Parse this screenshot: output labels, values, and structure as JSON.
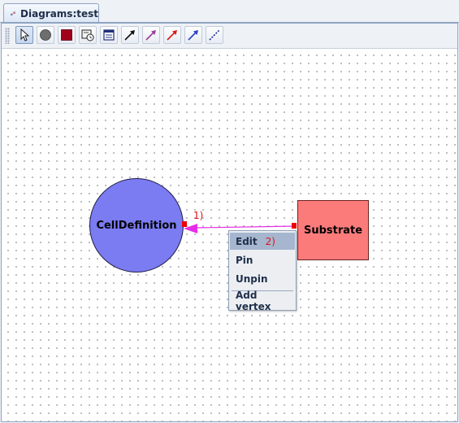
{
  "tab": {
    "title": "Diagrams:test",
    "icon": "diagram-icon"
  },
  "toolbar": {
    "tools": [
      {
        "name": "select-tool",
        "icon": "pointer-arrow-icon",
        "active": true
      },
      {
        "name": "circle-node-tool",
        "icon": "gray-circle-icon",
        "active": false
      },
      {
        "name": "square-node-tool",
        "icon": "red-square-icon",
        "active": false
      },
      {
        "name": "clock-node-tool",
        "icon": "clock-icon",
        "active": false
      },
      {
        "name": "note-node-tool",
        "icon": "note-icon",
        "active": false
      },
      {
        "name": "black-arrow-tool",
        "icon": "black-arrow-icon",
        "active": false
      },
      {
        "name": "purple-arrow-tool",
        "icon": "purple-arrow-icon",
        "active": false
      },
      {
        "name": "red-arrow-tool",
        "icon": "red-arrow-icon",
        "active": false
      },
      {
        "name": "blue-arrow-tool",
        "icon": "blue-arrow-icon",
        "active": false
      },
      {
        "name": "dashed-line-tool",
        "icon": "dashed-line-icon",
        "active": false
      }
    ]
  },
  "diagram": {
    "nodes": [
      {
        "id": "cell-definition",
        "label": "CellDefinition",
        "shape": "circle",
        "color": "#7b7bf2"
      },
      {
        "id": "substrate",
        "label": "Substrate",
        "shape": "rectangle",
        "color": "#fb7b7b"
      }
    ],
    "edge": {
      "from": "substrate",
      "to": "cell-definition",
      "color": "#e62de6"
    },
    "edge_annotation": "1)"
  },
  "context_menu": {
    "items": [
      {
        "label": "Edit",
        "selected": true,
        "annotation": "2)"
      },
      {
        "label": "Pin",
        "selected": false
      },
      {
        "label": "Unpin",
        "selected": false
      },
      {
        "label": "Add vertex",
        "selected": false
      }
    ]
  },
  "colors": {
    "selection": "#a6b6cf",
    "annotation": "#e01010",
    "handle": "#ee0000"
  }
}
